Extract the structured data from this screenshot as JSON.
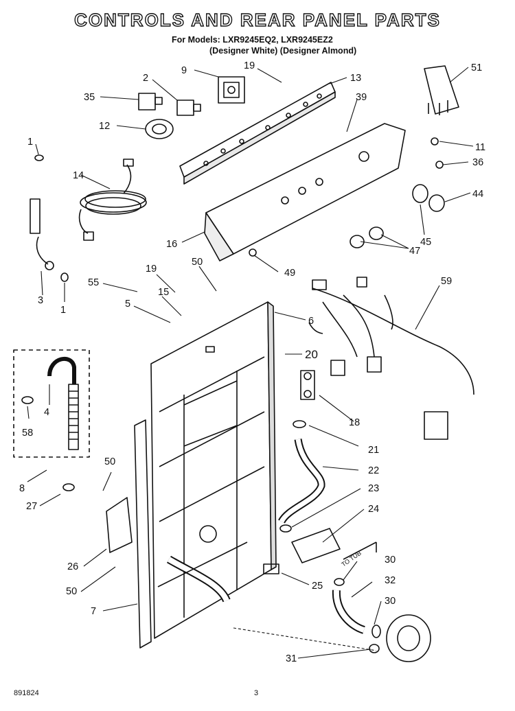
{
  "header": {
    "title": "CONTROLS AND REAR PANEL PARTS",
    "models_line": "For Models: LXR9245EQ2, LXR9245EZ2",
    "finish_line": "(Designer White) (Designer Almond)"
  },
  "callouts": [
    "51",
    "9",
    "19",
    "13",
    "2",
    "35",
    "39",
    "12",
    "11",
    "1",
    "36",
    "14",
    "44",
    "16",
    "45",
    "47",
    "49",
    "3",
    "1",
    "55",
    "19",
    "50",
    "15",
    "5",
    "59",
    "6",
    "20",
    "4",
    "18",
    "58",
    "21",
    "8",
    "50",
    "22",
    "27",
    "23",
    "24",
    "26",
    "25",
    "30",
    "50",
    "32",
    "7",
    "30",
    "31"
  ],
  "small_labels": {
    "to_tub": "TO TUB"
  },
  "footer": {
    "doc_number": "891824",
    "page": "3"
  }
}
